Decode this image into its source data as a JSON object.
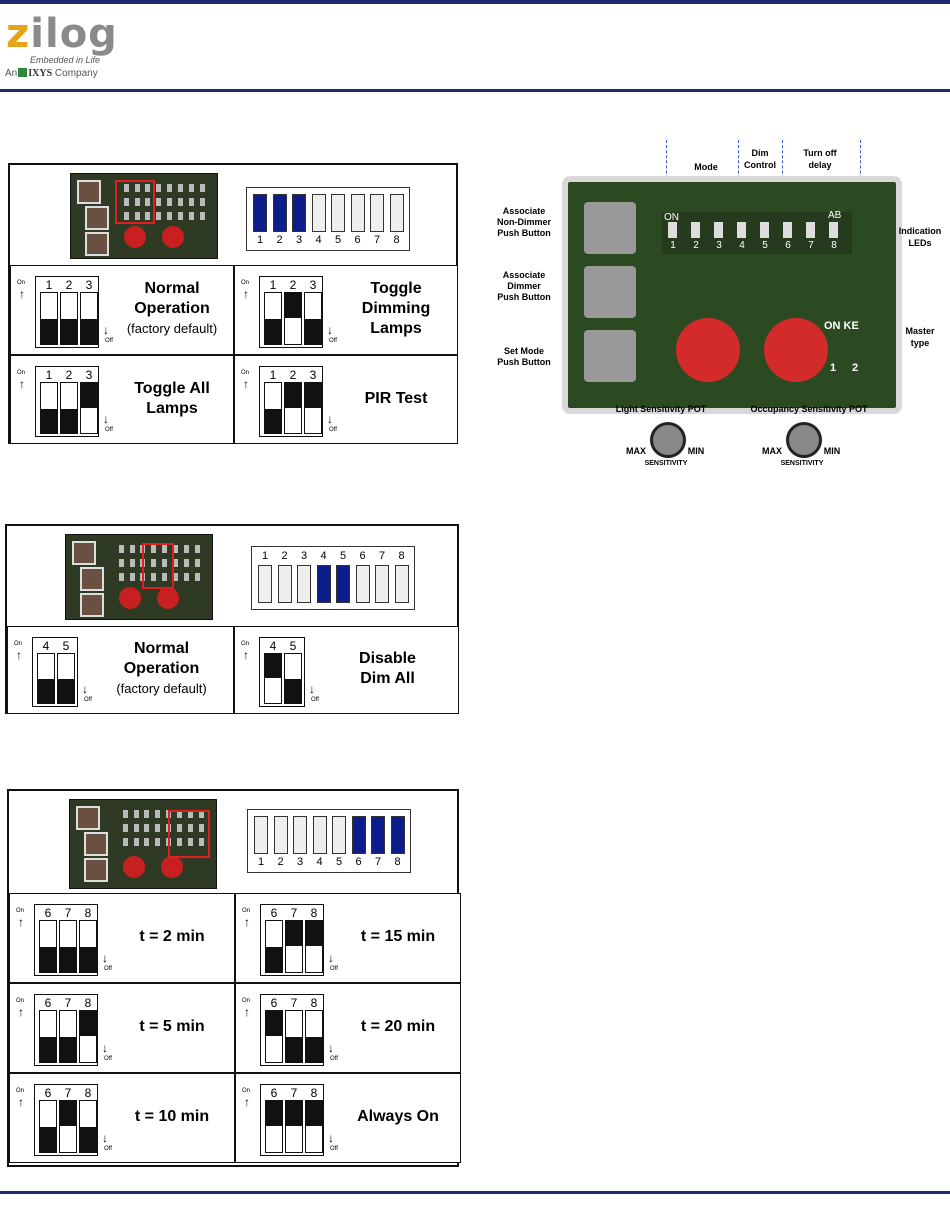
{
  "header": {
    "logo_text": "zilog",
    "tagline": "Embedded in Life",
    "company_prefix": "An",
    "company_name": "IXYS",
    "company_suffix": "Company"
  },
  "panel1": {
    "strip_numbers": [
      "1",
      "2",
      "3",
      "4",
      "5",
      "6",
      "7",
      "8"
    ],
    "strip_on": [
      true,
      true,
      true,
      false,
      false,
      false,
      false,
      false
    ],
    "on_label": "On",
    "off_label": "Off",
    "options": [
      {
        "numbers": [
          "1",
          "2",
          "3"
        ],
        "states": [
          "off",
          "off",
          "off"
        ],
        "line1": "Normal",
        "line2": "Operation",
        "line3": "(factory default)"
      },
      {
        "numbers": [
          "1",
          "2",
          "3"
        ],
        "states": [
          "off",
          "on",
          "off"
        ],
        "line1": "Toggle",
        "line2": "Dimming",
        "line3": "Lamps"
      },
      {
        "numbers": [
          "1",
          "2",
          "3"
        ],
        "states": [
          "off",
          "off",
          "on"
        ],
        "line1": "Toggle All",
        "line2": "Lamps",
        "line3": ""
      },
      {
        "numbers": [
          "1",
          "2",
          "3"
        ],
        "states": [
          "off",
          "on",
          "on"
        ],
        "line1": "PIR Test",
        "line2": "",
        "line3": ""
      }
    ]
  },
  "panel2": {
    "strip_numbers": [
      "1",
      "2",
      "3",
      "4",
      "5",
      "6",
      "7",
      "8"
    ],
    "strip_on": [
      false,
      false,
      false,
      true,
      true,
      false,
      false,
      false
    ],
    "options": [
      {
        "numbers": [
          "4",
          "5"
        ],
        "states": [
          "off",
          "off"
        ],
        "line1": "Normal",
        "line2": "Operation",
        "line3": "(factory default)"
      },
      {
        "numbers": [
          "4",
          "5"
        ],
        "states": [
          "on",
          "off"
        ],
        "line1": "Disable",
        "line2": "Dim All",
        "line3": ""
      }
    ]
  },
  "panel3": {
    "strip_numbers": [
      "1",
      "2",
      "3",
      "4",
      "5",
      "6",
      "7",
      "8"
    ],
    "strip_on": [
      false,
      false,
      false,
      false,
      false,
      true,
      true,
      true
    ],
    "options": [
      {
        "numbers": [
          "6",
          "7",
          "8"
        ],
        "states": [
          "off",
          "off",
          "off"
        ],
        "line1": "t = 2 min"
      },
      {
        "numbers": [
          "6",
          "7",
          "8"
        ],
        "states": [
          "off",
          "on",
          "on"
        ],
        "line1": "t = 15 min"
      },
      {
        "numbers": [
          "6",
          "7",
          "8"
        ],
        "states": [
          "off",
          "off",
          "on"
        ],
        "line1": "t = 5 min"
      },
      {
        "numbers": [
          "6",
          "7",
          "8"
        ],
        "states": [
          "on",
          "off",
          "off"
        ],
        "line1": "t = 20 min"
      },
      {
        "numbers": [
          "6",
          "7",
          "8"
        ],
        "states": [
          "off",
          "on",
          "off"
        ],
        "line1": "t = 10 min"
      },
      {
        "numbers": [
          "6",
          "7",
          "8"
        ],
        "states": [
          "on",
          "on",
          "on"
        ],
        "line1": "Always On"
      }
    ]
  },
  "photo": {
    "labels": {
      "mode": "Mode",
      "dim_control_1": "Dim",
      "dim_control_2": "Control",
      "turn_off_1": "Turn off",
      "turn_off_2": "delay",
      "assoc_nondim_1": "Associate",
      "assoc_nondim_2": "Non-Dimmer",
      "assoc_nondim_3": "Push Button",
      "assoc_dim_1": "Associate",
      "assoc_dim_2": "Dimmer",
      "assoc_dim_3": "Push Button",
      "set_mode_1": "Set Mode",
      "set_mode_2": "Push Button",
      "indication_1": "Indication",
      "indication_2": "LEDs",
      "master_1": "Master",
      "master_2": "type",
      "light_pot": "Light Sensitivity POT",
      "occ_pot": "Occupancy Sensitivity POT",
      "max": "MAX",
      "min": "MIN",
      "sensitivity": "SENSITIVITY",
      "board_on": "ON",
      "board_ab": "AB",
      "board_onke": "ON KE",
      "board_digits": [
        "1",
        "2",
        "3",
        "4",
        "5",
        "6",
        "7",
        "8"
      ],
      "board_12": [
        "1",
        "2"
      ]
    }
  }
}
